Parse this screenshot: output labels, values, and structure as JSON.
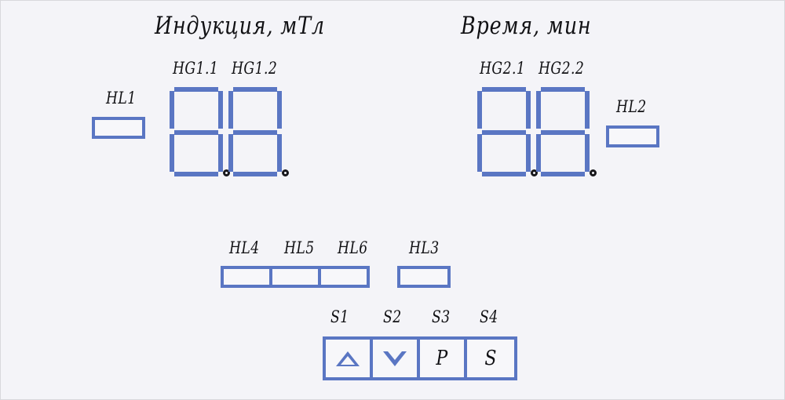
{
  "panel": {
    "background_color": "#f4f4f8",
    "border_color": "#d8d8dc",
    "segment_color": "#5a76c3",
    "label_color": "#111114"
  },
  "titles": {
    "left": "Индукция, мТл",
    "right": "Время, мин"
  },
  "displays": [
    {
      "group": "left",
      "digit_labels": [
        "HG1.1",
        "HG1.2"
      ],
      "digits": [
        {
          "name": "HG1.1",
          "segments": [
            "a",
            "b",
            "c",
            "d",
            "e",
            "f",
            "g"
          ],
          "decimal_point": true
        },
        {
          "name": "HG1.2",
          "segments": [
            "a",
            "b",
            "c",
            "d",
            "e",
            "f",
            "g"
          ],
          "decimal_point": true
        }
      ]
    },
    {
      "group": "right",
      "digit_labels": [
        "HG2.1",
        "HG2.2"
      ],
      "digits": [
        {
          "name": "HG2.1",
          "segments": [
            "a",
            "b",
            "c",
            "d",
            "e",
            "f",
            "g"
          ],
          "decimal_point": true
        },
        {
          "name": "HG2.2",
          "segments": [
            "a",
            "b",
            "c",
            "d",
            "e",
            "f",
            "g"
          ],
          "decimal_point": true
        }
      ]
    }
  ],
  "indicators": [
    {
      "id": "HL1",
      "label": "HL1",
      "type": "single"
    },
    {
      "id": "HL2",
      "label": "HL2",
      "type": "single"
    },
    {
      "id": "HL3",
      "label": "HL3",
      "type": "single"
    },
    {
      "id": "HL4",
      "label": "HL4",
      "type": "bar-cell"
    },
    {
      "id": "HL5",
      "label": "HL5",
      "type": "bar-cell"
    },
    {
      "id": "HL6",
      "label": "HL6",
      "type": "bar-cell"
    }
  ],
  "buttons": [
    {
      "id": "S1",
      "label": "S1",
      "glyph": "triangle-up",
      "text": ""
    },
    {
      "id": "S2",
      "label": "S2",
      "glyph": "triangle-down",
      "text": ""
    },
    {
      "id": "S3",
      "label": "S3",
      "glyph": "letter",
      "text": "P"
    },
    {
      "id": "S4",
      "label": "S4",
      "glyph": "letter",
      "text": "S"
    }
  ]
}
